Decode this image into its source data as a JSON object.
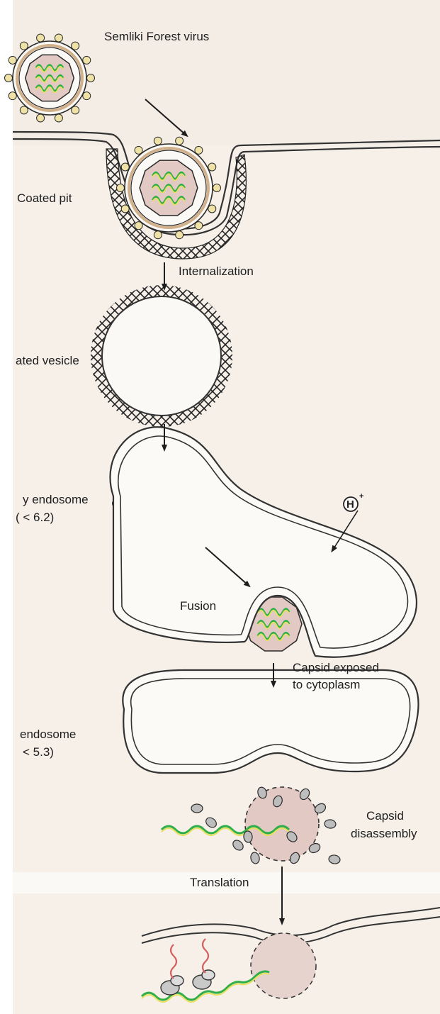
{
  "labels": {
    "virus": "Semliki Forest virus",
    "coated_pit": "Coated pit",
    "internalization": "Internalization",
    "coated_vesicle": "ated vesicle",
    "early_endosome_1": "y endosome",
    "early_endosome_2": "( < 6.2)",
    "h_symbol": "H",
    "h_charge": "+",
    "fusion": "Fusion",
    "capsid_exposed_1": "Capsid exposed",
    "capsid_exposed_2": "to cytoplasm",
    "late_endosome_1": "endosome",
    "late_endosome_2": "< 5.3)",
    "capsid_disassembly_1": "Capsid",
    "capsid_disassembly_2": "disassembly",
    "translation": "Translation"
  },
  "colors": {
    "background": "#f3ede6",
    "cell_interior": "#f9f7f3",
    "capsid_fill": "#e3c9c3",
    "rna_green": "#2fae4a",
    "rna_yellow": "#e7e060",
    "spike_fill": "#efe2a6",
    "protein_red": "#d46060",
    "outline": "#2a2a2a",
    "envelope": "#d1b08c"
  },
  "icons": {
    "arrow": "down-arrow-icon",
    "virion": "virus-particle-icon",
    "ribosome": "ribosome-icon"
  }
}
